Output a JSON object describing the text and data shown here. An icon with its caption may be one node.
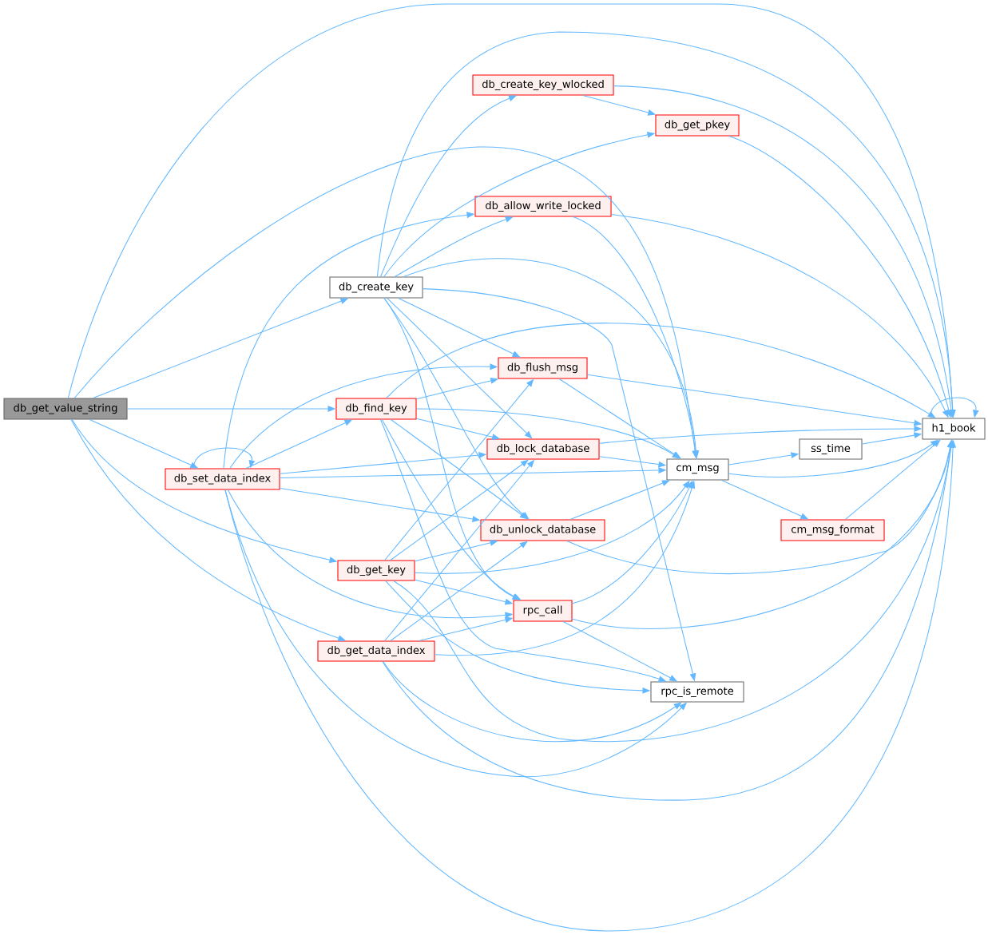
{
  "diagram": {
    "nodes": [
      {
        "text": [
          "db_get_value_string"
        ]
      },
      {
        "text": [
          "db_create_key"
        ]
      },
      {
        "text": [
          "db_find_key"
        ]
      },
      {
        "text": [
          "db_set_data_index"
        ]
      },
      {
        "text": [
          "db_get_key"
        ]
      },
      {
        "text": [
          "db_get_data_index"
        ]
      },
      {
        "text": [
          "db_create_key_wlocked"
        ]
      },
      {
        "text": [
          "db_get_pkey"
        ]
      },
      {
        "text": [
          "db_allow_write_locked"
        ]
      },
      {
        "text": [
          "db_flush_msg"
        ]
      },
      {
        "text": [
          "db_lock_database"
        ]
      },
      {
        "text": [
          "db_unlock_database"
        ]
      },
      {
        "text": [
          "rpc_call"
        ]
      },
      {
        "text": [
          "cm_msg"
        ]
      },
      {
        "text": [
          "rpc_is_remote"
        ]
      },
      {
        "text": [
          "ss_time"
        ]
      },
      {
        "text": [
          "cm_msg_format"
        ]
      },
      {
        "text": [
          "h1_book"
        ]
      }
    ],
    "edges": [
      {
        "from": 0,
        "to": 17,
        "arrow": "to"
      },
      {
        "from": 0,
        "to": 13,
        "arrow": "to"
      },
      {
        "from": 0,
        "to": 1,
        "arrow": "to"
      },
      {
        "from": 0,
        "to": 2,
        "arrow": "to"
      },
      {
        "from": 0,
        "to": 3,
        "arrow": "to"
      },
      {
        "from": 0,
        "to": 4,
        "arrow": "to"
      },
      {
        "from": 0,
        "to": 5,
        "arrow": "to"
      },
      {
        "from": 1,
        "to": 6,
        "arrow": "to"
      },
      {
        "from": 1,
        "to": 17,
        "arrow": "to"
      },
      {
        "from": 1,
        "to": 7,
        "arrow": "to"
      },
      {
        "from": 1,
        "to": 8,
        "arrow": "to"
      },
      {
        "from": 1,
        "to": 13,
        "arrow": "to"
      },
      {
        "from": 1,
        "to": 14,
        "arrow": "to"
      },
      {
        "from": 1,
        "to": 9,
        "arrow": "to"
      },
      {
        "from": 1,
        "to": 10,
        "arrow": "to"
      },
      {
        "from": 1,
        "to": 11,
        "arrow": "to"
      },
      {
        "from": 1,
        "to": 12,
        "arrow": "to"
      },
      {
        "from": 2,
        "to": 9,
        "arrow": "to"
      },
      {
        "from": 2,
        "to": 10,
        "arrow": "to"
      },
      {
        "from": 2,
        "to": 13,
        "arrow": "to"
      },
      {
        "from": 2,
        "to": 17,
        "arrow": "to"
      },
      {
        "from": 2,
        "to": 11,
        "arrow": "to"
      },
      {
        "from": 2,
        "to": 12,
        "arrow": "to"
      },
      {
        "from": 2,
        "to": 14,
        "arrow": "to"
      },
      {
        "from": 3,
        "to": 3,
        "arrow": "to"
      },
      {
        "from": 3,
        "to": 2,
        "arrow": "to"
      },
      {
        "from": 3,
        "to": 8,
        "arrow": "to"
      },
      {
        "from": 3,
        "to": 9,
        "arrow": "to"
      },
      {
        "from": 3,
        "to": 10,
        "arrow": "to"
      },
      {
        "from": 3,
        "to": 13,
        "arrow": "to"
      },
      {
        "from": 3,
        "to": 11,
        "arrow": "to"
      },
      {
        "from": 3,
        "to": 12,
        "arrow": "to"
      },
      {
        "from": 3,
        "to": 14,
        "arrow": "to"
      },
      {
        "from": 3,
        "to": 17,
        "arrow": "to"
      },
      {
        "from": 4,
        "to": 9,
        "arrow": "to"
      },
      {
        "from": 4,
        "to": 10,
        "arrow": "to"
      },
      {
        "from": 4,
        "to": 11,
        "arrow": "to"
      },
      {
        "from": 4,
        "to": 13,
        "arrow": "to"
      },
      {
        "from": 4,
        "to": 12,
        "arrow": "to"
      },
      {
        "from": 4,
        "to": 14,
        "arrow": "to"
      },
      {
        "from": 4,
        "to": 17,
        "arrow": "to"
      },
      {
        "from": 5,
        "to": 10,
        "arrow": "to"
      },
      {
        "from": 5,
        "to": 11,
        "arrow": "to"
      },
      {
        "from": 5,
        "to": 12,
        "arrow": "to"
      },
      {
        "from": 5,
        "to": 13,
        "arrow": "to"
      },
      {
        "from": 5,
        "to": 14,
        "arrow": "to"
      },
      {
        "from": 5,
        "to": 17,
        "arrow": "to"
      },
      {
        "from": 6,
        "to": 7,
        "arrow": "to"
      },
      {
        "from": 6,
        "to": 17,
        "arrow": "to"
      },
      {
        "from": 7,
        "to": 17,
        "arrow": "to"
      },
      {
        "from": 8,
        "to": 13,
        "arrow": "to"
      },
      {
        "from": 8,
        "to": 17,
        "arrow": "to"
      },
      {
        "from": 9,
        "to": 13,
        "arrow": "to"
      },
      {
        "from": 9,
        "to": 17,
        "arrow": "to"
      },
      {
        "from": 10,
        "to": 13,
        "arrow": "to"
      },
      {
        "from": 10,
        "to": 17,
        "arrow": "to"
      },
      {
        "from": 11,
        "to": 13,
        "arrow": "to"
      },
      {
        "from": 11,
        "to": 17,
        "arrow": "to"
      },
      {
        "from": 12,
        "to": 13,
        "arrow": "to"
      },
      {
        "from": 12,
        "to": 17,
        "arrow": "to"
      },
      {
        "from": 12,
        "to": 14,
        "arrow": "to"
      },
      {
        "from": 13,
        "to": 15,
        "arrow": "to"
      },
      {
        "from": 13,
        "to": 17,
        "arrow": "to"
      },
      {
        "from": 13,
        "to": 16,
        "arrow": "to"
      },
      {
        "from": 15,
        "to": 17,
        "arrow": "to"
      },
      {
        "from": 16,
        "to": 17,
        "arrow": "to"
      },
      {
        "from": 17,
        "to": 17,
        "arrow": "to"
      }
    ]
  }
}
